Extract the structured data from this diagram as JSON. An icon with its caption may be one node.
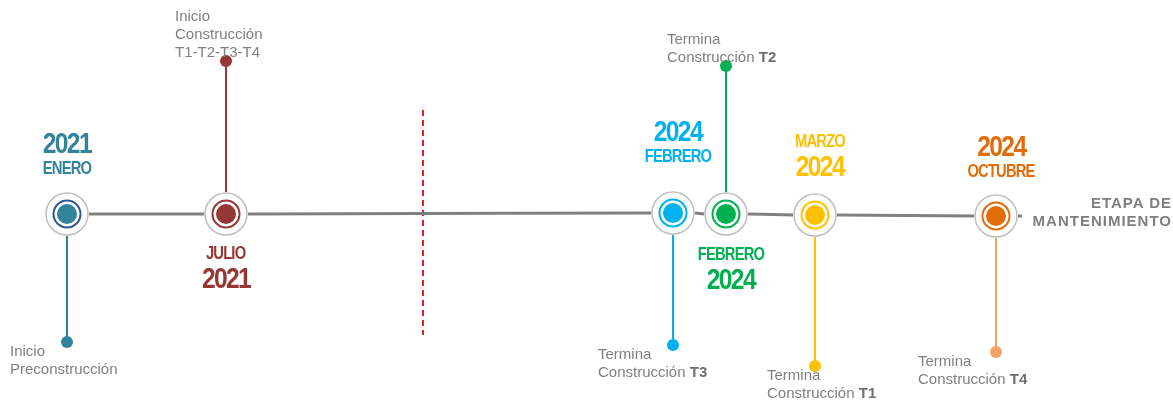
{
  "diagram": {
    "nodes": [
      {
        "text": [],
        "shape": "circle",
        "beside": [
          "2021",
          "ENERO"
        ]
      },
      {
        "text": [
          "Inicio Preconstrucción"
        ]
      },
      {
        "text": [],
        "shape": "circle",
        "beside": [
          "JULIO",
          "2021"
        ]
      },
      {
        "text": [
          "Inicio Construcción T1-T2-T3-T4"
        ]
      },
      {
        "text": [],
        "shape": "circle",
        "beside": [
          "2024",
          "FEBRERO"
        ]
      },
      {
        "text": [
          "Termina Construcción **T3**"
        ]
      },
      {
        "text": [],
        "shape": "circle",
        "beside": [
          "FEBRERO",
          "2024"
        ]
      },
      {
        "text": [
          "Termina Construcción **T2**"
        ]
      },
      {
        "text": [],
        "shape": "circle",
        "beside": [
          "MARZO",
          "2024"
        ]
      },
      {
        "text": [
          "Termina Construcción **T1**"
        ]
      },
      {
        "text": [],
        "shape": "circle",
        "beside": [
          "2024",
          "OCTUBRE"
        ]
      },
      {
        "text": [
          "Termina Construcción **T4**"
        ]
      },
      {
        "text": [
          "ETAPA DE MANTENIMIENTO"
        ]
      }
    ],
    "edges": [
      {
        "from": 0,
        "to": 2,
        "arrow": "none"
      },
      {
        "from": 2,
        "to": 4,
        "arrow": "none"
      },
      {
        "from": 4,
        "to": 6,
        "arrow": "none"
      },
      {
        "from": 6,
        "to": 8,
        "arrow": "none"
      },
      {
        "from": 8,
        "to": 10,
        "arrow": "none"
      },
      {
        "from": 10,
        "to": 12,
        "arrow": "none"
      },
      {
        "from": 1,
        "to": 0,
        "arrow": "other",
        "color": "#31849b"
      },
      {
        "from": 3,
        "to": 2,
        "arrow": "other",
        "color": "#953735"
      },
      {
        "from": 5,
        "to": 4,
        "arrow": "other",
        "color": "#00b0f0"
      },
      {
        "from": 7,
        "to": 6,
        "arrow": "other",
        "color": "#00b050"
      },
      {
        "from": 9,
        "to": 8,
        "arrow": "other",
        "color": "#ffc000"
      },
      {
        "from": 11,
        "to": 10,
        "arrow": "other",
        "color": "#f5a26b"
      }
    ]
  }
}
